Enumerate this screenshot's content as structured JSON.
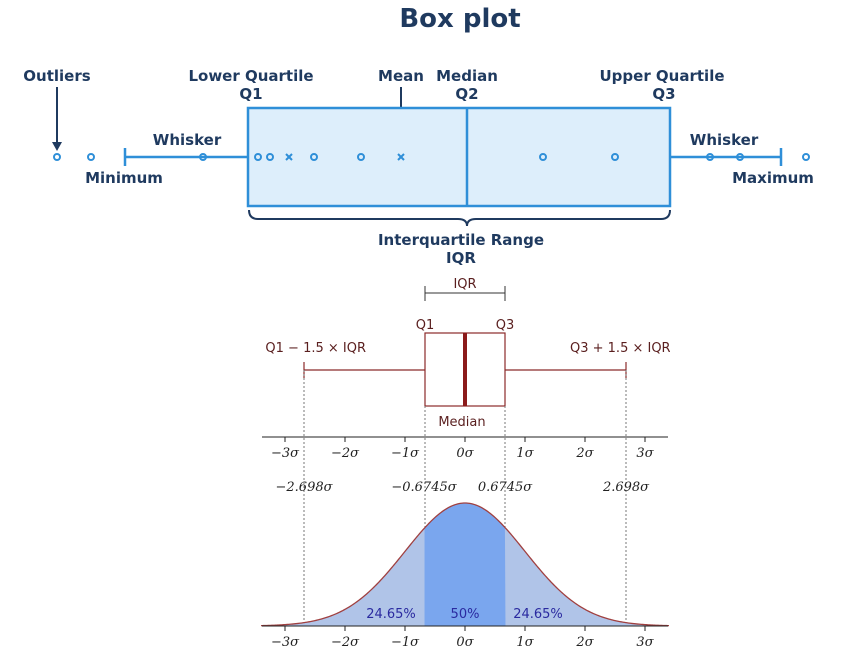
{
  "top": {
    "title": "Box plot",
    "outliers": "Outliers",
    "lower_quartile": "Lower Quartile",
    "q1": "Q1",
    "mean": "Mean",
    "median": "Median",
    "q2": "Q2",
    "upper_quartile": "Upper Quartile",
    "q3": "Q3",
    "whisker_left": "Whisker",
    "whisker_right": "Whisker",
    "minimum": "Minimum",
    "maximum": "Maximum",
    "iqr_range": "Interquartile Range",
    "iqr": "IQR",
    "colors": {
      "stroke": "#2f8fd8",
      "fill": "#ddeefb",
      "text": "#1f3a5f"
    }
  },
  "bottom": {
    "iqr": "IQR",
    "q1": "Q1",
    "q3": "Q3",
    "left_fence": "Q1 − 1.5 × IQR",
    "right_fence": "Q3 + 1.5 × IQR",
    "median": "Median",
    "sigma_ticks": [
      "−3σ",
      "−2σ",
      "−1σ",
      "0σ",
      "1σ",
      "2σ",
      "3σ"
    ],
    "quantile_labels": [
      "−2.698σ",
      "−0.6745σ",
      "0.6745σ",
      "2.698σ"
    ],
    "pct_left": "24.65%",
    "pct_center": "50%",
    "pct_right": "24.65%",
    "colors": {
      "box": "#8b2a2a",
      "tail_fill": "#b0c4e8",
      "center_fill": "#7aa6ee",
      "curve": "#a04040"
    }
  }
}
